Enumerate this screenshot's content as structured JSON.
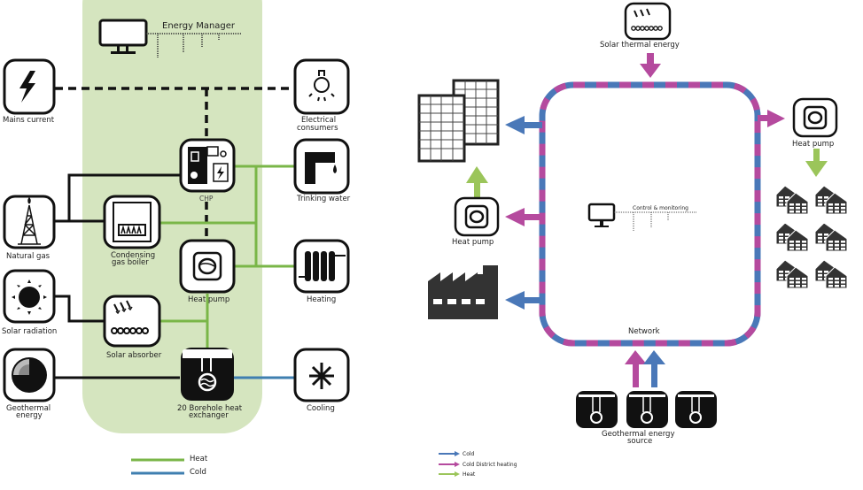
{
  "left_diagram": {
    "panel_title": "Energy Manager",
    "nodes": {
      "mains_current": "Mains current",
      "electrical_consumers_1": "Electrical",
      "electrical_consumers_2": "consumers",
      "chp": "CHP",
      "trinking_water": "Trinking water",
      "natural_gas": "Natural gas",
      "condensing_boiler_1": "Condensing",
      "condensing_boiler_2": "gas boiler",
      "heat_pump": "Heat pump",
      "heating": "Heating",
      "solar_radiation": "Solar radiation",
      "solar_absorber": "Solar absorber",
      "geothermal_1": "Geothermal",
      "geothermal_2": "energy",
      "borehole_1": "20 Borehole heat",
      "borehole_2": "exchanger",
      "cooling": "Cooling"
    },
    "legend": [
      {
        "label": "Heat",
        "color": "#7ab648"
      },
      {
        "label": "Cold",
        "color": "#3f7fb0"
      }
    ],
    "panel_color": "#d5e5bf"
  },
  "right_diagram": {
    "solar_thermal": "Solar thermal energy",
    "heat_pump_right": "Heat pump",
    "heat_pump_left": "Heat pump",
    "control": "Control & monitoring",
    "network": "Network",
    "geothermal_source_1": "Geothermal energy",
    "geothermal_source_2": "source",
    "legend": [
      {
        "label": "Cold",
        "color": "#4a78b8"
      },
      {
        "label": "Cold District heating",
        "color": "#b54a9e"
      },
      {
        "label": "Heat",
        "color": "#9bc55a"
      }
    ]
  }
}
